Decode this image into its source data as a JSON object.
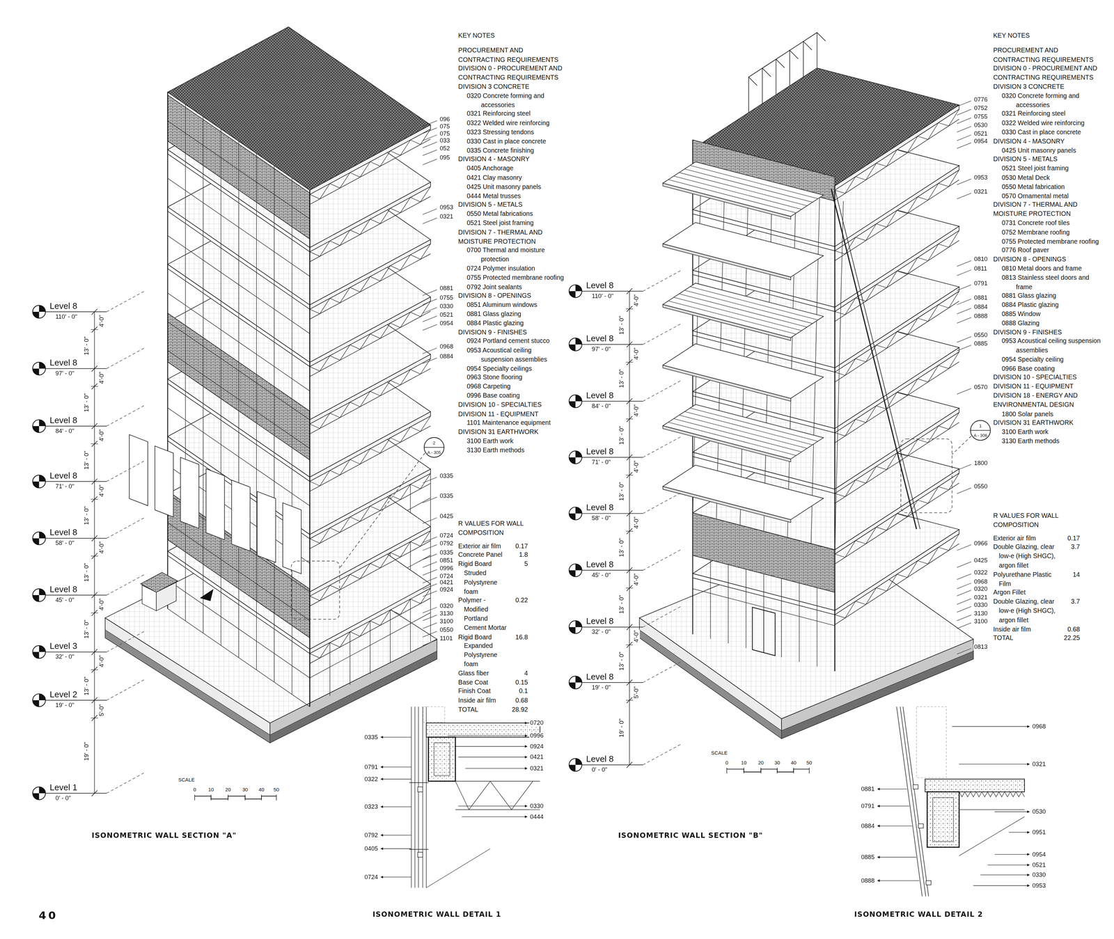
{
  "diagram": {
    "labels": [
      "Level 8",
      "110' - 0\"",
      "Level 8",
      "97' - 0\"",
      "Level 8",
      "84' - 0\"",
      "Level 8",
      "71' - 0\"",
      "Level 8",
      "58' - 0\"",
      "Level 8",
      "45' - 0\"",
      "Level 3",
      "32' - 0\"",
      "Level 2",
      "19' - 0\"",
      "Level 1",
      "0' - 0\"",
      "4'-0\"",
      "13' - 0\"",
      "4'-0\"",
      "13' - 0\"",
      "4'-0\"",
      "13' - 0\"",
      "4'-0\"",
      "13' - 0\"",
      "4'-0\"",
      "13' - 0\"",
      "4'-0\"",
      "13' - 0\"",
      "4'-0\"",
      "13' - 0\"",
      "5'-0\"",
      "19' - 0\"",
      "096",
      "075",
      "075",
      "033",
      "052",
      "095",
      "0953",
      "0321",
      "0881",
      "0755",
      "0330",
      "0521",
      "0954",
      "0968",
      "0884",
      "0335",
      "0335",
      "0425",
      "0724",
      "0792",
      "0335",
      "0851",
      "0996",
      "0724",
      "0421",
      "0924",
      "0320",
      "3130",
      "3100",
      "0550",
      "1101",
      "2",
      "A - 305",
      "KEY NOTES",
      "PROCUREMENT AND CONTRACTING REQUIREMENTS",
      "DIVISION 0 - PROCUREMENT AND CONTRACTING REQUIREMENTS",
      "DIVISION 3 CONCRETE",
      "0320 Concrete forming and accessories",
      "0321 Reinforcing steel",
      "0322 Welded wire reinforcing",
      "0323 Stressing tendons",
      "0330 Cast in place concrete",
      "0335 Concrete finishing",
      "DIVISION 4 - MASONRY",
      "0405 Anchorage",
      "0421 Clay masonry",
      "0425 Unit masonry panels",
      "0444 Metal trusses",
      "DIVISION 5 - METALS",
      "0550 Metal fabrications",
      "0521 Steel joist framing",
      "DIVISION 7 - THERMAL AND MOISTURE PROTECTION",
      "0700 Thermal and moisture protection",
      "0724 Polymer insulation",
      "0755 Protected membrane roofing",
      "0792 Joint sealants",
      "DIVISION 8 - OPENINGS",
      "0851 Aluminum windows",
      "0881 Glass glazing",
      "0884 Plastic glazing",
      "DIVISION 9 - FINISHES",
      "0924 Portland cement stucco",
      "0953 Acoustical ceiling suspension assemblies",
      "0954 Specialty ceilings",
      "0963 Stone flooring",
      "0968 Carpeting",
      "0996 Base coating",
      "DIVISION 10 - SPECIALTIES",
      "DIVISION 11 - EQUIPMENT",
      "1101 Maintenance equipment",
      "DIVISION 31 EARTHWORK",
      "3100 Earth work",
      "3130 Earth methods",
      "R VALUES FOR WALL COMPOSITION",
      "Exterior air film",
      "0.17",
      "Concrete Panel",
      "1.8",
      "Rigid Board Struded Polystyrene foam",
      "5",
      "Polymer - Modified Portland Cement Mortar",
      "0.22",
      "Rigid Board Expanded Polystyrene foam",
      "16.8",
      "Glass fiber",
      "4",
      "Base Coat",
      "0.15",
      "Finish Coat",
      "0.1",
      "Inside air film",
      "0.68",
      "TOTAL",
      "28.92",
      "SCALE",
      "0",
      "10",
      "20",
      "30",
      "40",
      "50",
      "ISONOMETRIC WALL SECTION \"A\"",
      "0335",
      "0791",
      "0322",
      "0323",
      "0792",
      "0405",
      "0724",
      "0720",
      "0996",
      "0924",
      "0421",
      "0321",
      "0330",
      "0444",
      "ISONOMETRIC WALL DETAIL 1",
      "Level 8",
      "110' - 0\"",
      "Level 8",
      "97' - 0\"",
      "Level 8",
      "84' - 0\"",
      "Level 8",
      "71' - 0\"",
      "Level 8",
      "58' - 0\"",
      "Level 8",
      "45' - 0\"",
      "Level 8",
      "32' - 0\"",
      "Level 8",
      "19' - 0\"",
      "Level 8",
      "0' - 0\"",
      "4'-0\"",
      "13' - 0\"",
      "4'-0\"",
      "13' - 0\"",
      "4'-0\"",
      "13' - 0\"",
      "4'-0\"",
      "13' - 0\"",
      "4'-0\"",
      "13' - 0\"",
      "4'-0\"",
      "13' - 0\"",
      "4'-0\"",
      "13' - 0\"",
      "5'-0\"",
      "19' - 0\"",
      "0776",
      "0752",
      "0755",
      "0530",
      "0521",
      "0954",
      "0953",
      "0321",
      "0810",
      "0811",
      "0791",
      "0881",
      "0884",
      "0888",
      "0550",
      "0885",
      "0570",
      "1800",
      "0550",
      "0966",
      "0425",
      "0322",
      "0968",
      "0320",
      "0321",
      "0330",
      "3130",
      "3100",
      "0813",
      "1",
      "A - 306",
      "KEY NOTES",
      "PROCUREMENT AND CONTRACTING REQUIREMENTS",
      "DIVISION 0 - PROCUREMENT AND CONTRACTING REQUIREMENTS",
      "DIVISION 3 CONCRETE",
      "0320 Concrete forming and accessories",
      "0321 Reinforcing steel",
      "0322 Welded wire reinforcing",
      "0330 Cast in place concrete",
      "DIVISION 4 - MASONRY",
      "0425 Unit masonry panels",
      "DIVISION 5 - METALS",
      "0521 Steel joist framing",
      "0530 Metal Deck",
      "0550 Metal fabrication",
      "0570 Ornamental metal",
      "DIVISION 7 - THERMAL AND MOISTURE PROTECTION",
      "0731 Concrete roof tiles",
      "0752 Membrane roofing",
      "0755 Protected membrane roofing",
      "0776 Roof paver",
      "DIVISION 8 - OPENINGS",
      "0810 Metal doors and frame",
      "0813 Stainless steel doors and frame",
      "0881 Glass glazing",
      "0884 Plastic glazing",
      "0885 Window",
      "0888 Glazing",
      "DIVISION 9 - FINISHES",
      "0953 Acoustical ceiling suspension assemblies",
      "0954 Specialty ceiling",
      "0966 Base coating",
      "DIVISION 10 - SPECIALTIES",
      "DIVISION 11 - EQUIPMENT",
      "DIVISION 18 - ENERGY AND ENVIRONMENTAL DESIGN",
      "1800 Solar panels",
      "DIVISION 31 EARTHWORK",
      "3100 Earth work",
      "3130 Earth methods",
      "R VALUES FOR WALL COMPOSITION",
      "Exterior air film",
      "0.17",
      "Double Glazing, clear low-e (High SHGC), argon fillet",
      "3.7",
      "Polyurethane Plastic Film",
      "14",
      "Argon Fillet",
      "Double Glazing, clear low-e (High SHGC), argon fillet",
      "3.7",
      "Inside air film",
      "0.68",
      "TOTAL",
      "22.25",
      "SCALE",
      "0",
      "10",
      "20",
      "30",
      "40",
      "50",
      "ISONOMETRIC WALL SECTION \"B\"",
      "0968",
      "0321",
      "0530",
      "0951",
      "0954",
      "0521",
      "0330",
      "0953",
      "0881",
      "0791",
      "0884",
      "0885",
      "0888",
      "ISONOMETRIC WALL DETAIL 2",
      "40"
    ]
  }
}
